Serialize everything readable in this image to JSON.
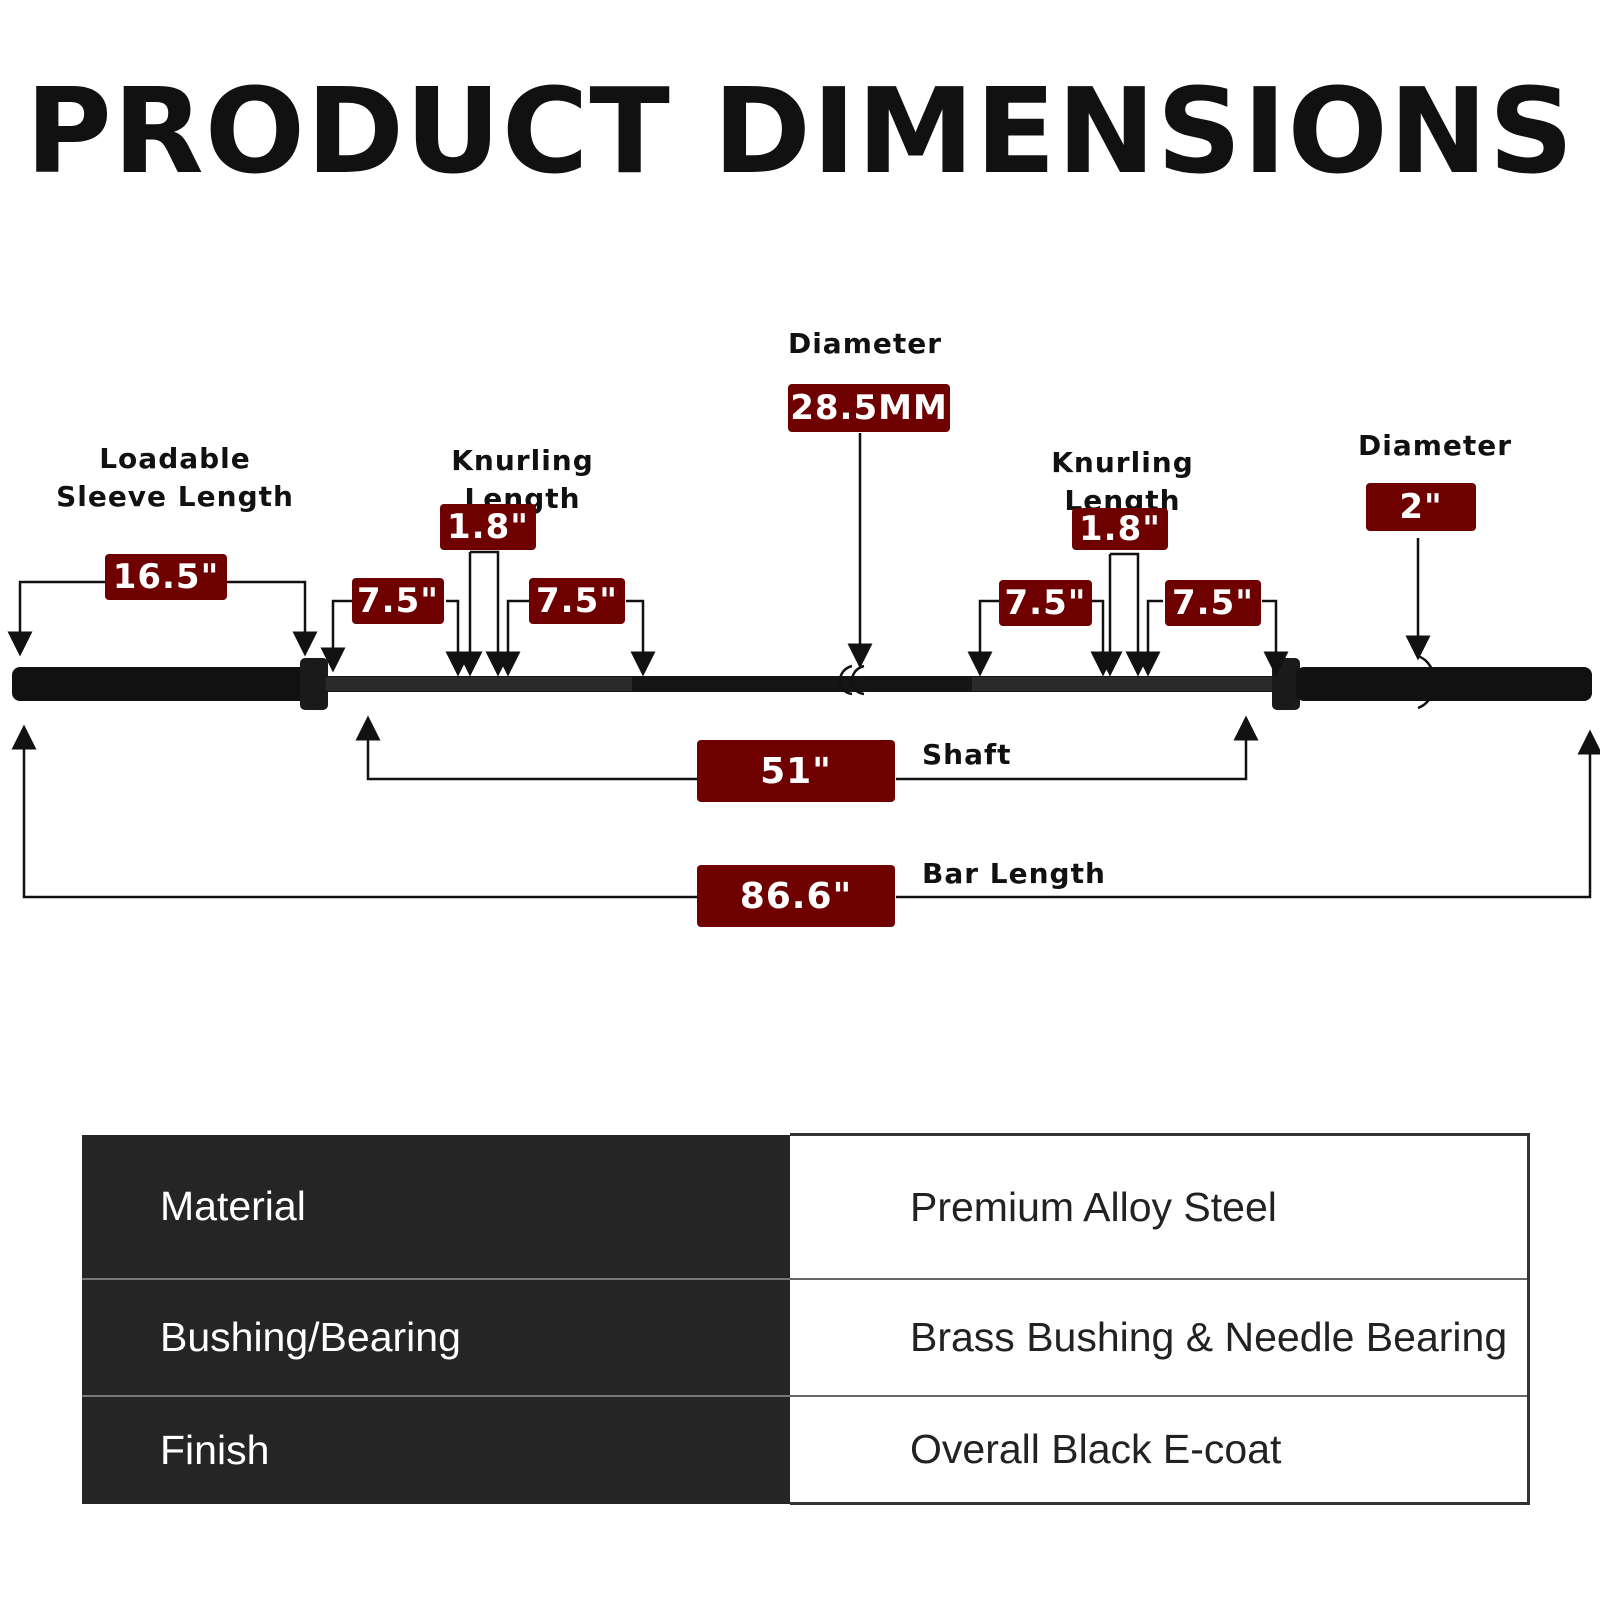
{
  "title": "PRODUCT DIMENSIONS",
  "colors": {
    "badge": "#6e0000",
    "bar": "#111111",
    "table_dark": "#252525"
  },
  "labels": {
    "sleeve": "Loadable Sleeve Length",
    "knurling_left": "Knurling Length",
    "knurling_right": "Knurling Length",
    "diameter_center": "Diameter",
    "diameter_right": "Diameter",
    "shaft": "Shaft",
    "bar_length": "Bar Length"
  },
  "badges": {
    "sleeve": "16.5\"",
    "knurl_left_a": "7.5\"",
    "knurl_left_gap": "1.8\"",
    "knurl_left_b": "7.5\"",
    "diameter_center": "28.5MM",
    "knurl_right_a": "7.5\"",
    "knurl_right_gap": "1.8\"",
    "knurl_right_b": "7.5\"",
    "diameter_right": "2\"",
    "shaft": "51\"",
    "bar_length": "86.6\""
  },
  "specs": [
    {
      "key": "Material",
      "value": "Premium Alloy Steel"
    },
    {
      "key": "Bushing/Bearing",
      "value": "Brass Bushing & Needle Bearing"
    },
    {
      "key": "Finish",
      "value": "Overall Black E-coat"
    }
  ]
}
